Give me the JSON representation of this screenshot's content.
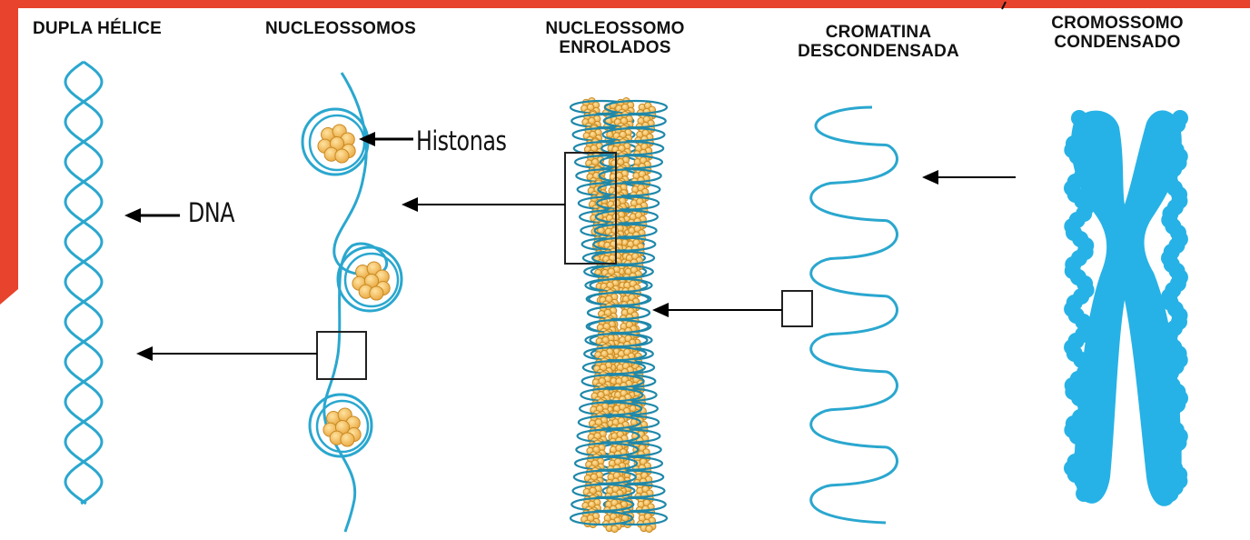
{
  "headings": {
    "dupla_helice": "DUPLA HÉLICE",
    "nucleossomos": "NUCLEOSSOMOS",
    "enrolados_line1": "NUCLEOSSOMO",
    "enrolados_line2": "ENROLADOS",
    "cromatina_line1": "CROMATINA",
    "cromatina_line2": "DESCONDENSADA",
    "cromossomo_line1": "CROMOSSOMO",
    "cromossomo_line2": "CONDENSADO"
  },
  "callouts": {
    "histonas": "Histonas",
    "dna": "DNA"
  },
  "colors": {
    "frame_red": "#e8432c",
    "dna_blue": "#2aa7cf",
    "histone_fill": "#f5bc55",
    "histone_stroke": "#c98a22",
    "chromosome_blue": "#26b2e6",
    "arrow": "#000000"
  }
}
